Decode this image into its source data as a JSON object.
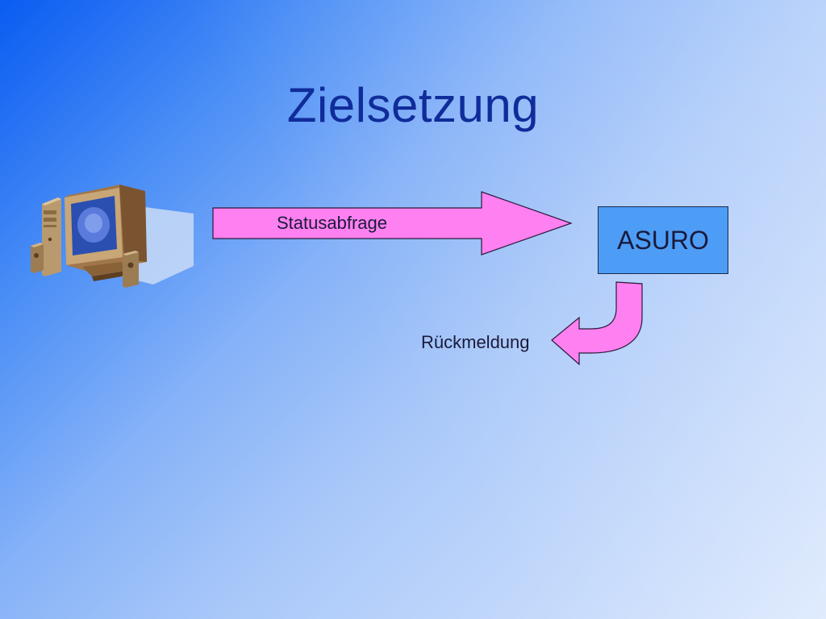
{
  "slide": {
    "title": "Zielsetzung"
  },
  "diagram": {
    "status_label": "Statusabfrage",
    "device_label": "ASURO",
    "feedback_label": "Rückmeldung",
    "computer_icon": "desktop-computer-icon"
  },
  "colors": {
    "title": "#102c9a",
    "arrow_fill": "#ff80f0",
    "box_fill": "#4d9df6"
  }
}
